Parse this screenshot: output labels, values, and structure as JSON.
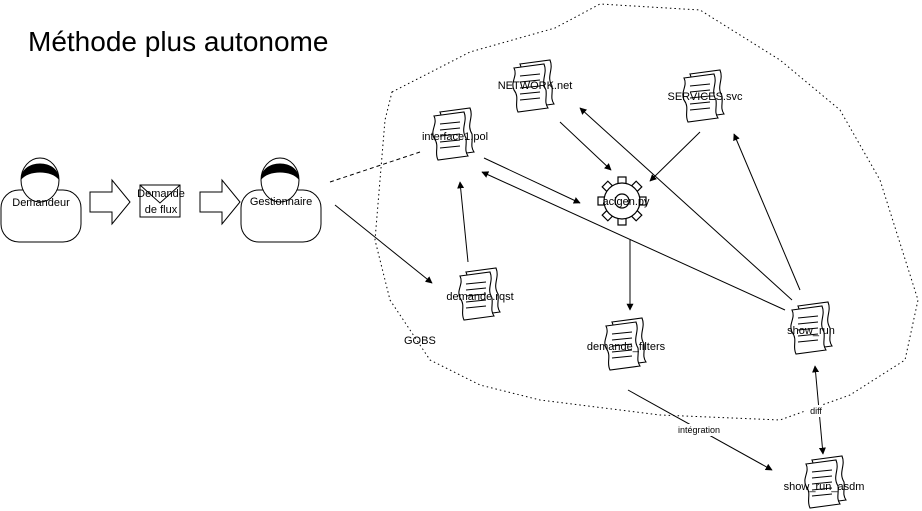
{
  "title": "Méthode plus autonome",
  "actors": {
    "demandeur": "Demandeur",
    "gestionnaire": "Gestionnaire"
  },
  "envelope": {
    "line1": "Demande",
    "line2": "de flux"
  },
  "cloud_label": "GOBS",
  "documents": {
    "interface": "interface1.pol",
    "network": "NETWORK.net",
    "services": "SERVICES.svc",
    "demande_rqst": "demande.rqst",
    "demande_filters": "demande_filters",
    "show_run": "show_run",
    "show_run_asdm": "show_run_asdm"
  },
  "process": "acigen.py",
  "edge_labels": {
    "integration": "intégration",
    "diff": "diff"
  }
}
